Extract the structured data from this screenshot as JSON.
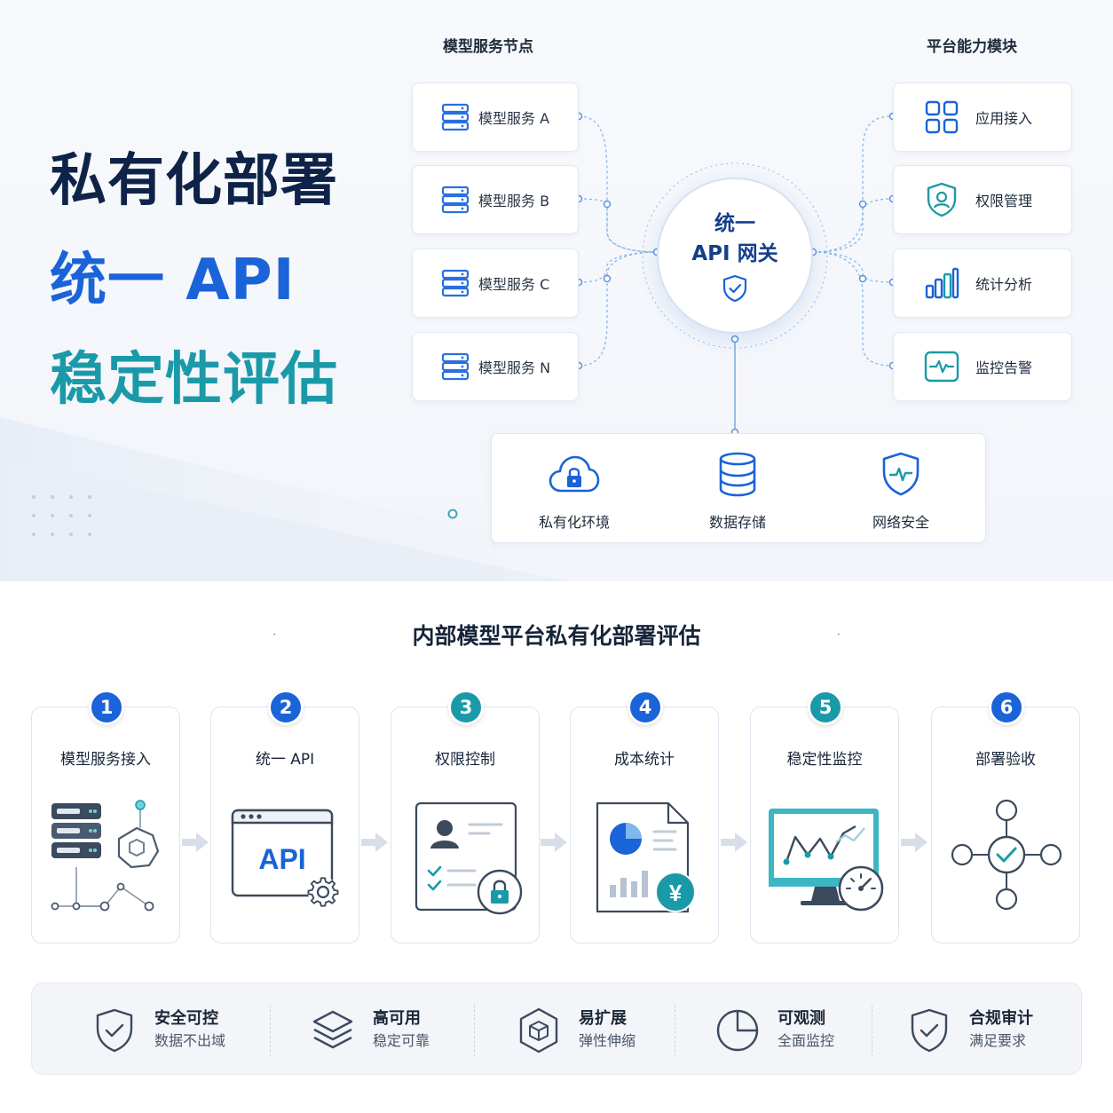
{
  "hero": {
    "line1": "私有化部署",
    "line2": "统一 API",
    "line3": "稳定性评估"
  },
  "colors": {
    "navy": "#0f2348",
    "blue": "#1a63d8",
    "teal": "#1a9aa8",
    "line": "#7fb0e8"
  },
  "model_nodes": {
    "heading": "模型服务节点",
    "items": [
      {
        "label": "模型服务 A",
        "icon": "server-stack-icon"
      },
      {
        "label": "模型服务 B",
        "icon": "server-stack-icon"
      },
      {
        "label": "模型服务 C",
        "icon": "server-stack-icon"
      },
      {
        "label": "模型服务 N",
        "icon": "server-stack-icon"
      }
    ]
  },
  "gateway": {
    "line1": "统一",
    "line2": "API 网关",
    "icon": "shield-check-icon"
  },
  "platform_modules": {
    "heading": "平台能力模块",
    "items": [
      {
        "label": "应用接入",
        "icon": "grid-apps-icon"
      },
      {
        "label": "权限管理",
        "icon": "shield-user-icon"
      },
      {
        "label": "统计分析",
        "icon": "bar-chart-icon"
      },
      {
        "label": "监控告警",
        "icon": "pulse-monitor-icon"
      }
    ]
  },
  "infra": {
    "items": [
      {
        "label": "私有化环境",
        "icon": "cloud-lock-icon"
      },
      {
        "label": "数据存储",
        "icon": "database-icon"
      },
      {
        "label": "网络安全",
        "icon": "shield-pulse-icon"
      }
    ]
  },
  "process": {
    "title": "内部模型平台私有化部署评估",
    "steps": [
      {
        "num": "1",
        "label": "模型服务接入",
        "color": "#1a63d8"
      },
      {
        "num": "2",
        "label": "统一 API",
        "color": "#1a63d8",
        "art_text": "API"
      },
      {
        "num": "3",
        "label": "权限控制",
        "color": "#1a9aa8"
      },
      {
        "num": "4",
        "label": "成本统计",
        "color": "#1a63d8",
        "art_text": "¥"
      },
      {
        "num": "5",
        "label": "稳定性监控",
        "color": "#1a9aa8"
      },
      {
        "num": "6",
        "label": "部署验收",
        "color": "#1a63d8"
      }
    ]
  },
  "features": [
    {
      "title": "安全可控",
      "sub": "数据不出域",
      "icon": "shield-check-icon"
    },
    {
      "title": "高可用",
      "sub": "稳定可靠",
      "icon": "layers-icon"
    },
    {
      "title": "易扩展",
      "sub": "弹性伸缩",
      "icon": "cube-hexagon-icon"
    },
    {
      "title": "可观测",
      "sub": "全面监控",
      "icon": "pie-clock-icon"
    },
    {
      "title": "合规审计",
      "sub": "满足要求",
      "icon": "shield-check-icon"
    }
  ]
}
